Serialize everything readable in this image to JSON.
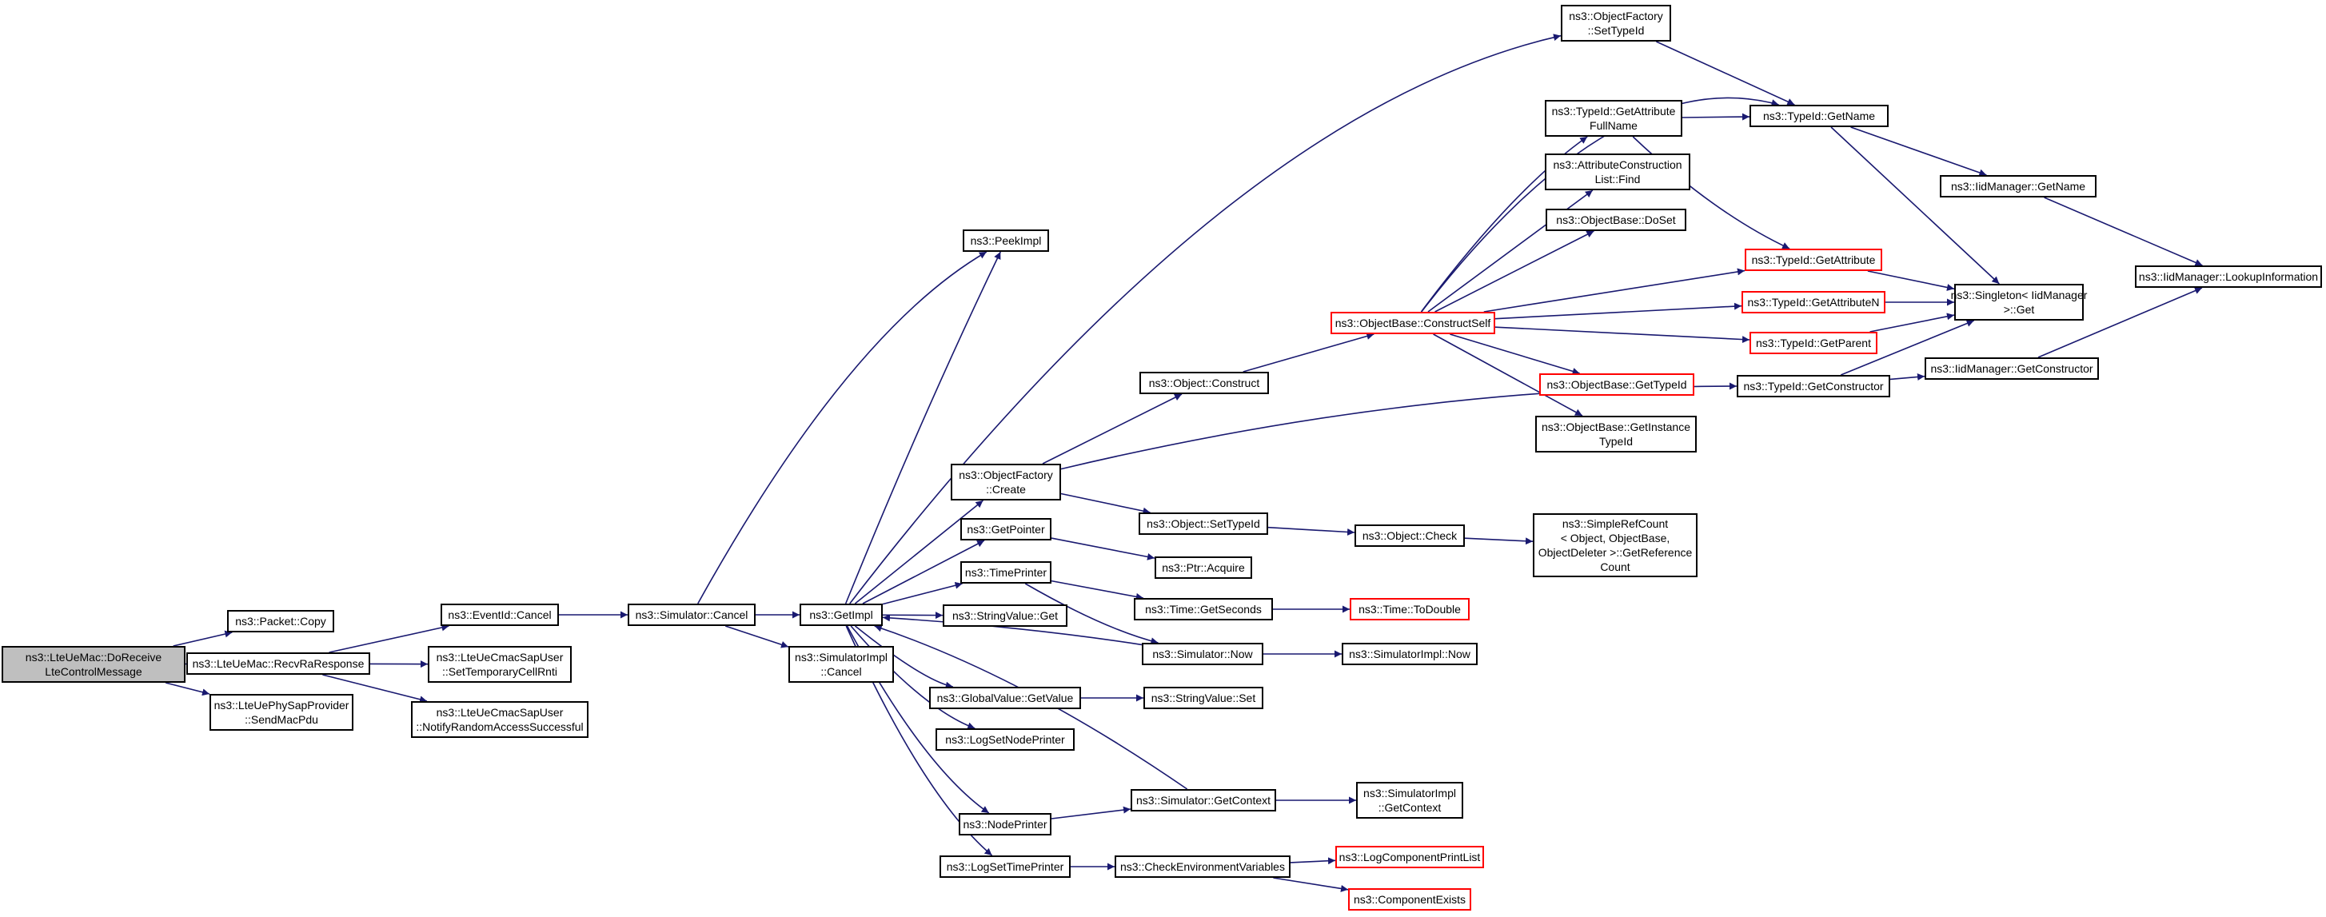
{
  "colors": {
    "edge": "#191970",
    "border": "#000000",
    "truncated_border": "#ff0000",
    "root_fill": "#bfbfbf"
  },
  "nodes": {
    "root": {
      "lines": [
        "ns3::LteUeMac::DoReceive",
        "LteControlMessage"
      ]
    },
    "packet_copy": {
      "lines": [
        "ns3::Packet::Copy"
      ]
    },
    "recv_ra": {
      "lines": [
        "ns3::LteUeMac::RecvRaResponse"
      ]
    },
    "send_mac_pdu": {
      "lines": [
        "ns3::LteUePhySapProvider",
        "::SendMacPdu"
      ]
    },
    "eventid_cancel": {
      "lines": [
        "ns3::EventId::Cancel"
      ]
    },
    "set_temp_crnti": {
      "lines": [
        "ns3::LteUeCmacSapUser",
        "::SetTemporaryCellRnti"
      ]
    },
    "notify_ra": {
      "lines": [
        "ns3::LteUeCmacSapUser",
        "::NotifyRandomAccessSuccessful"
      ]
    },
    "sim_cancel": {
      "lines": [
        "ns3::Simulator::Cancel"
      ]
    },
    "get_impl": {
      "lines": [
        "ns3::GetImpl"
      ]
    },
    "simimpl_cancel": {
      "lines": [
        "ns3::SimulatorImpl",
        "::Cancel"
      ]
    },
    "peek_impl": {
      "lines": [
        "ns3::PeekImpl"
      ]
    },
    "of_create": {
      "lines": [
        "ns3::ObjectFactory",
        "::Create"
      ]
    },
    "get_pointer": {
      "lines": [
        "ns3::GetPointer"
      ]
    },
    "time_printer": {
      "lines": [
        "ns3::TimePrinter"
      ]
    },
    "stringvalue_get": {
      "lines": [
        "ns3::StringValue::Get"
      ]
    },
    "globalvalue_getvalue": {
      "lines": [
        "ns3::GlobalValue::GetValue"
      ]
    },
    "log_set_node_printer": {
      "lines": [
        "ns3::LogSetNodePrinter"
      ]
    },
    "node_printer": {
      "lines": [
        "ns3::NodePrinter"
      ]
    },
    "log_set_time_printer": {
      "lines": [
        "ns3::LogSetTimePrinter"
      ]
    },
    "object_construct": {
      "lines": [
        "ns3::Object::Construct"
      ]
    },
    "object_set_typeid": {
      "lines": [
        "ns3::Object::SetTypeId"
      ]
    },
    "ptr_acquire": {
      "lines": [
        "ns3::Ptr::Acquire"
      ]
    },
    "time_getseconds": {
      "lines": [
        "ns3::Time::GetSeconds"
      ]
    },
    "sim_now": {
      "lines": [
        "ns3::Simulator::Now"
      ]
    },
    "stringvalue_set": {
      "lines": [
        "ns3::StringValue::Set"
      ]
    },
    "sim_getcontext": {
      "lines": [
        "ns3::Simulator::GetContext"
      ]
    },
    "check_env": {
      "lines": [
        "ns3::CheckEnvironmentVariables"
      ]
    },
    "of_set_typeid": {
      "lines": [
        "ns3::ObjectFactory",
        "::SetTypeId"
      ]
    },
    "ob_construct_self": {
      "lines": [
        "ns3::ObjectBase::ConstructSelf"
      ]
    },
    "object_check": {
      "lines": [
        "ns3::Object::Check"
      ]
    },
    "time_todouble": {
      "lines": [
        "ns3::Time::ToDouble"
      ]
    },
    "simimpl_now": {
      "lines": [
        "ns3::SimulatorImpl::Now"
      ]
    },
    "simimpl_getcontext": {
      "lines": [
        "ns3::SimulatorImpl",
        "::GetContext"
      ]
    },
    "log_component_printlist": {
      "lines": [
        "ns3::LogComponentPrintList"
      ]
    },
    "component_exists": {
      "lines": [
        "ns3::ComponentExists"
      ]
    },
    "typeid_getattr_fullname": {
      "lines": [
        "ns3::TypeId::GetAttribute",
        "FullName"
      ]
    },
    "attr_constr_find": {
      "lines": [
        "ns3::AttributeConstruction",
        "List::Find"
      ]
    },
    "ob_doset": {
      "lines": [
        "ns3::ObjectBase::DoSet"
      ]
    },
    "ob_get_typeid": {
      "lines": [
        "ns3::ObjectBase::GetTypeId"
      ]
    },
    "ob_get_instance_typeid": {
      "lines": [
        "ns3::ObjectBase::GetInstance",
        "TypeId"
      ]
    },
    "simple_refcount": {
      "lines": [
        "ns3::SimpleRefCount",
        "< Object, ObjectBase,",
        "ObjectDeleter >::GetReference",
        "Count"
      ]
    },
    "typeid_getname": {
      "lines": [
        "ns3::TypeId::GetName"
      ]
    },
    "typeid_getattribute": {
      "lines": [
        "ns3::TypeId::GetAttribute"
      ]
    },
    "typeid_getattributen": {
      "lines": [
        "ns3::TypeId::GetAttributeN"
      ]
    },
    "typeid_getparent": {
      "lines": [
        "ns3::TypeId::GetParent"
      ]
    },
    "typeid_getconstructor": {
      "lines": [
        "ns3::TypeId::GetConstructor"
      ]
    },
    "iid_getname": {
      "lines": [
        "ns3::IidManager::GetName"
      ]
    },
    "singleton_get": {
      "lines": [
        "ns3::Singleton< IidManager",
        ">::Get"
      ]
    },
    "iid_getconstructor": {
      "lines": [
        "ns3::IidManager::GetConstructor"
      ]
    },
    "iid_lookup": {
      "lines": [
        "ns3::IidManager::LookupInformation"
      ]
    }
  }
}
